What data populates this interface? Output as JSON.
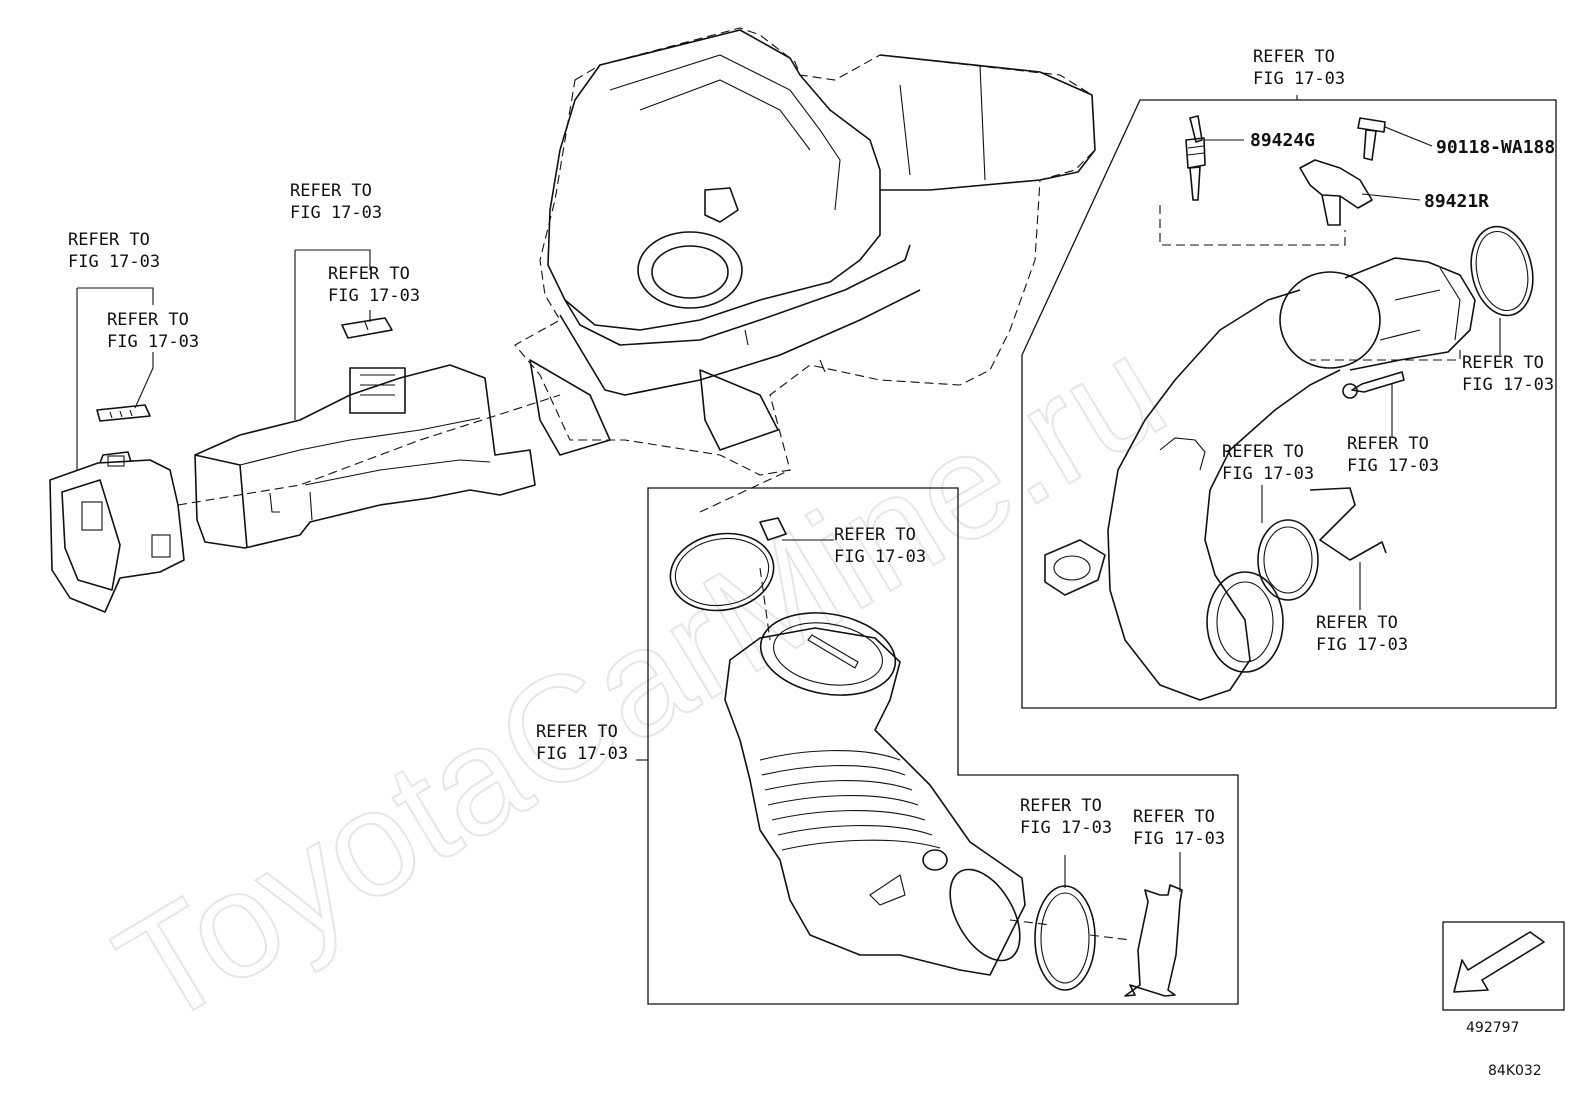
{
  "refer": {
    "line1": "REFER TO",
    "line2": "FIG 17-03"
  },
  "parts": {
    "p89424g": "89424G",
    "p90118": "90118-WA188",
    "p89421r": "89421R"
  },
  "watermark": "ToyotaCarMine.ru",
  "illustration_no": "492797",
  "figure_code": "84K032"
}
